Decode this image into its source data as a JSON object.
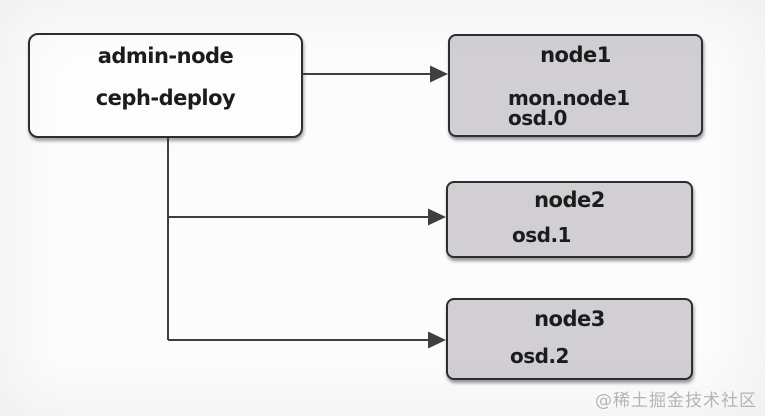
{
  "diagram": {
    "admin_node": {
      "lines": [
        "admin-node",
        "ceph-deploy"
      ]
    },
    "nodes": [
      {
        "title": "node1",
        "services": [
          "mon.node1",
          "osd.0"
        ]
      },
      {
        "title": "node2",
        "services": [
          "osd.1"
        ]
      },
      {
        "title": "node3",
        "services": [
          "osd.2"
        ]
      }
    ]
  },
  "watermark": "@稀土掘金技术社区",
  "colors": {
    "node_fill": "#d2cfd4",
    "admin_fill": "#fdfdfd",
    "box_border": "#2e2e2e",
    "connector": "#3f3f3f",
    "watermark": "#b8b8bf"
  }
}
